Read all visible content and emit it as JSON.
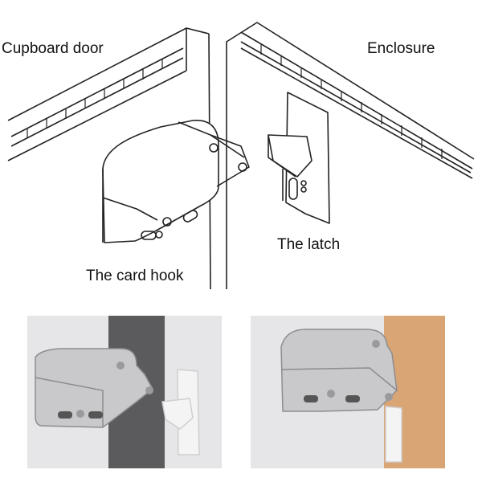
{
  "labels": {
    "cupboard_door": "Cupboard door",
    "enclosure": "Enclosure",
    "latch": "The latch",
    "card_hook": "The card hook"
  },
  "colors": {
    "line": "#222222",
    "dark_panel": "#5b5b5d",
    "photo_background": "#e6e6e8",
    "wood": "#d9a574",
    "metal": "#c9c9cc",
    "latch_plastic": "#f4f4f4"
  }
}
